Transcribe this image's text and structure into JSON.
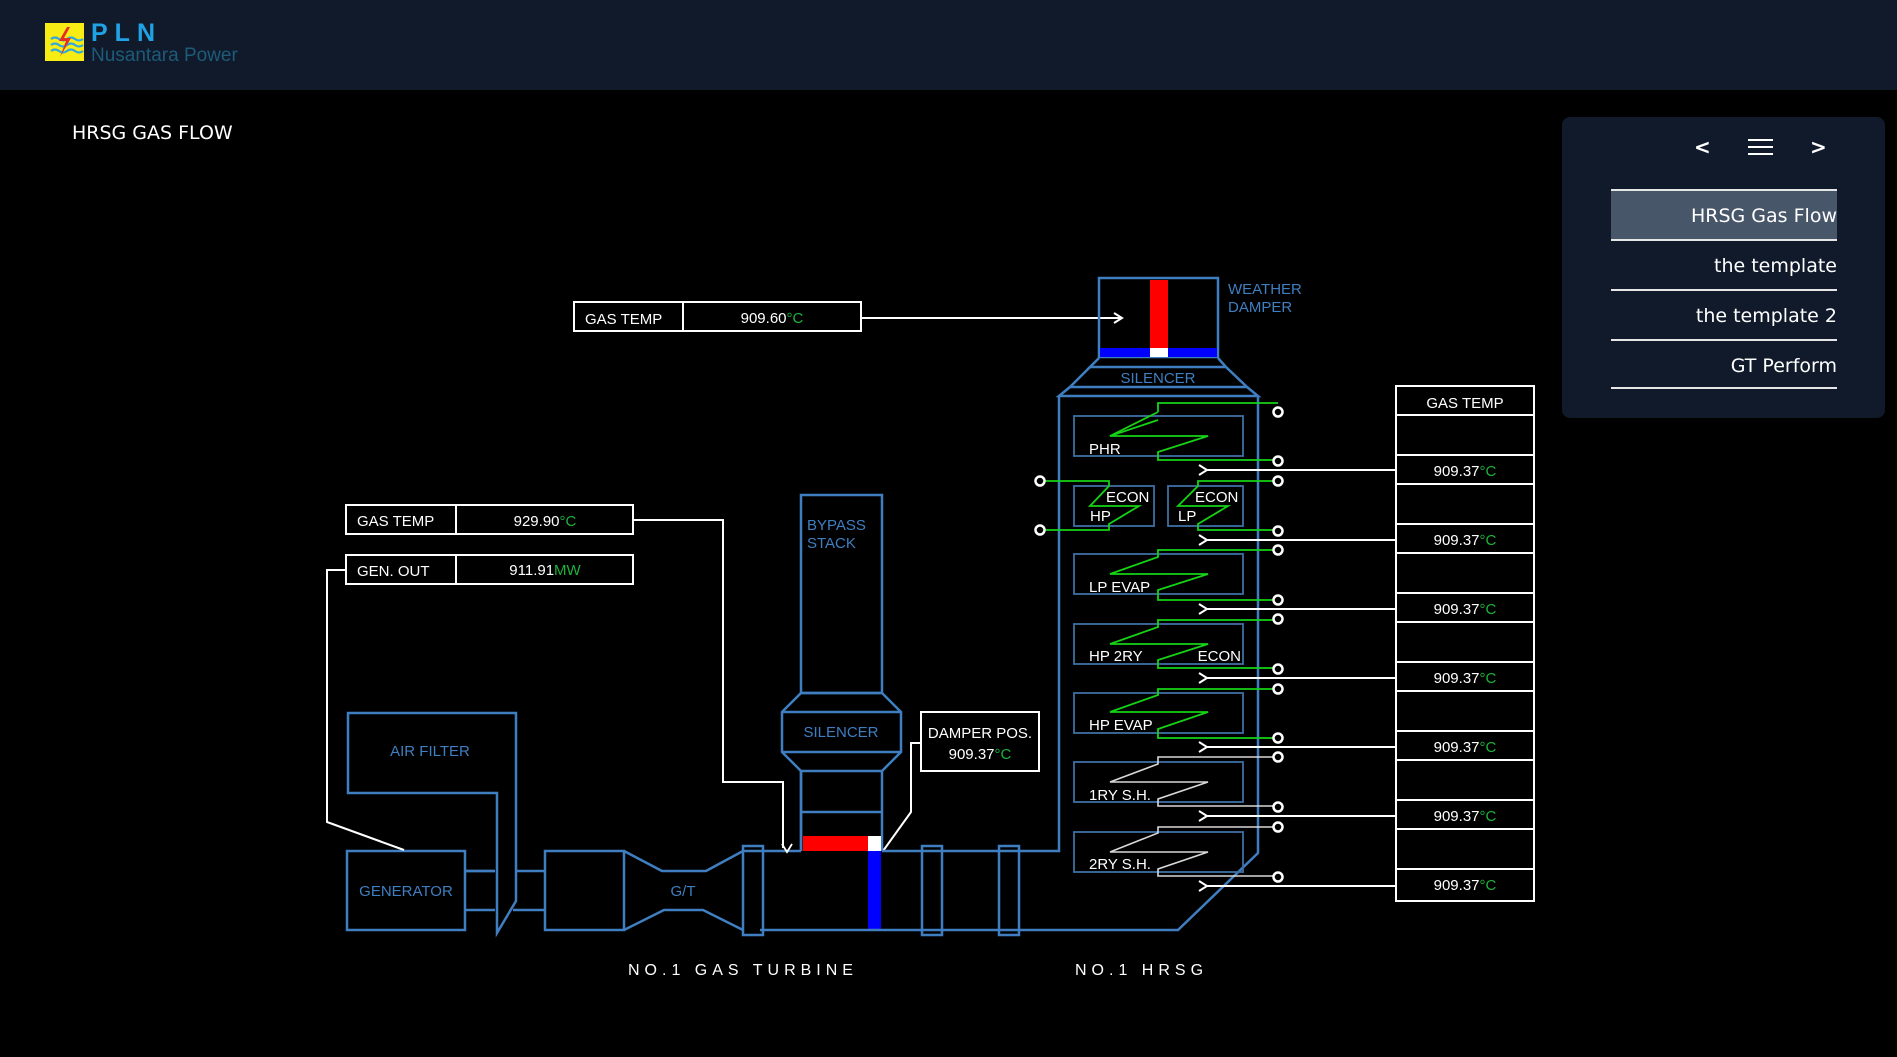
{
  "header": {
    "brand_name": "PLN",
    "brand_subtitle": "Nusantara Power",
    "logo_icon": "pln-lightning-logo-icon"
  },
  "page": {
    "title": "HRSG GAS FLOW"
  },
  "nav": {
    "prev_label": "<",
    "next_label": ">",
    "menu_icon": "hamburger-menu-icon",
    "items": [
      {
        "label": "HRSG Gas Flow",
        "active": true
      },
      {
        "label": "the template",
        "active": false
      },
      {
        "label": "the template 2",
        "active": false
      },
      {
        "label": "GT Perform",
        "active": false
      }
    ]
  },
  "colors": {
    "header_bg": "#111a2b",
    "equipment_line": "#3f7fc1",
    "unit_green": "#1db33a",
    "coil_green": "#15d315",
    "damper_open": "#ff0000",
    "damper_closed": "#0000ff"
  },
  "diagram": {
    "stack_gas_temp": {
      "label": "GAS TEMP",
      "value": "909.60",
      "unit": "°C"
    },
    "gt_exhaust_gas_temp": {
      "label": "GAS TEMP",
      "value": "929.90",
      "unit": "°C"
    },
    "gen_out": {
      "label": "GEN. OUT",
      "value": "911.91",
      "unit": "MW"
    },
    "damper_pos": {
      "label": "DAMPER POS.",
      "value": "909.37",
      "unit": "°C"
    },
    "weather_damper_label": [
      "WEATHER",
      "DAMPER"
    ],
    "hrsg_silencer_label": "SILENCER",
    "bypass_stack_label": [
      "BYPASS",
      "STACK"
    ],
    "bypass_silencer_label": "SILENCER",
    "air_filter_label": "AIR FILTER",
    "generator_label": "GENERATOR",
    "gt_label": "G/T",
    "section_gas_turbine": "NO.1 GAS TURBINE",
    "section_hrsg": "NO.1 HRSG",
    "hrsg_sections": [
      {
        "name": "PHR"
      },
      {
        "name": "HP ECON",
        "line1": "ECON",
        "line2": "HP"
      },
      {
        "name": "LP ECON",
        "line1": "ECON",
        "line2": "LP"
      },
      {
        "name": "LP EVAP"
      },
      {
        "name": "HP 2RY ECON",
        "left": "HP 2RY",
        "right": "ECON"
      },
      {
        "name": "HP EVAP"
      },
      {
        "name": "1RY S.H."
      },
      {
        "name": "2RY S.H."
      }
    ],
    "gas_temp_table": {
      "header": "GAS TEMP",
      "rows": [
        {
          "value": "909.37",
          "unit": "°C"
        },
        {
          "value": "909.37",
          "unit": "°C"
        },
        {
          "value": "909.37",
          "unit": "°C"
        },
        {
          "value": "909.37",
          "unit": "°C"
        },
        {
          "value": "909.37",
          "unit": "°C"
        },
        {
          "value": "909.37",
          "unit": "°C"
        },
        {
          "value": "909.37",
          "unit": "°C"
        }
      ]
    }
  }
}
